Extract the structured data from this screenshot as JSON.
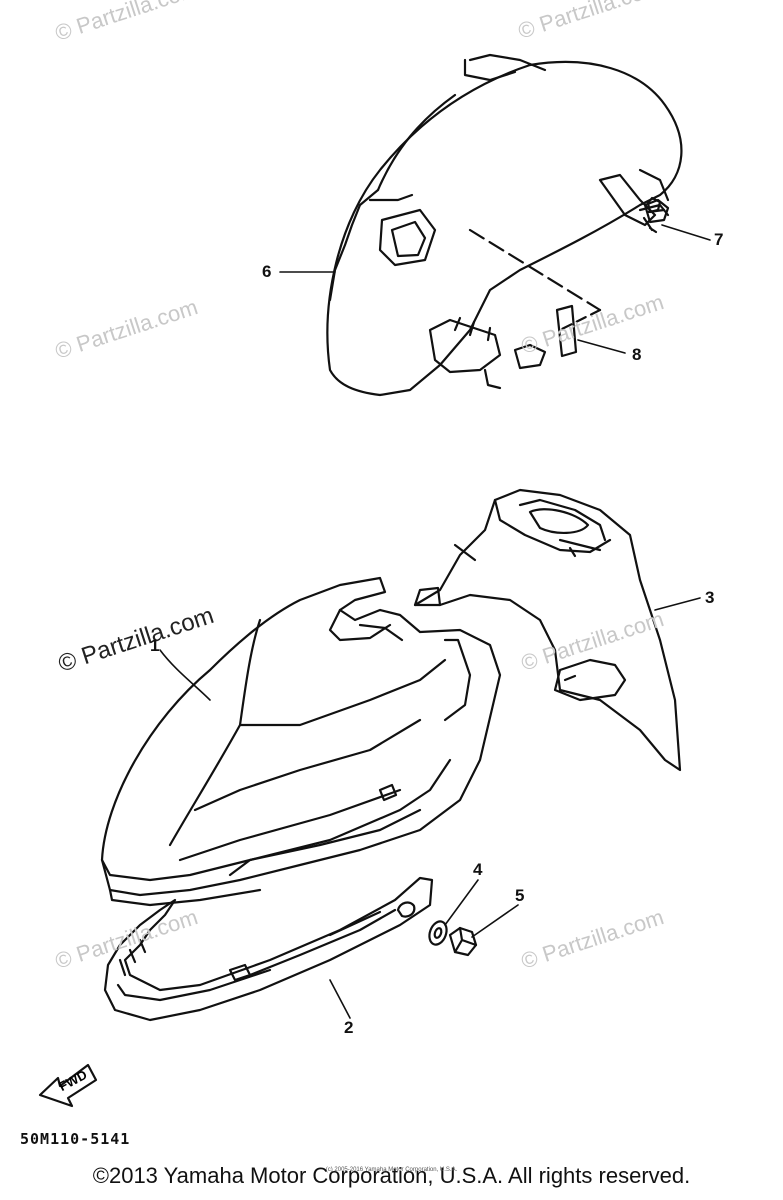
{
  "watermark": {
    "text": "© Partzilla.com"
  },
  "callouts": [
    "1",
    "2",
    "3",
    "4",
    "5",
    "6",
    "7",
    "8"
  ],
  "direction_arrow": {
    "label": "FWD"
  },
  "diagram_code": "50M110-5141",
  "footer": {
    "copyright": "©2013 Yamaha Motor Corporation, U.S.A. All rights reserved.",
    "small_copyright": "(c) 2005-2016 Yamaha Motor Corporation, U.S.A."
  }
}
